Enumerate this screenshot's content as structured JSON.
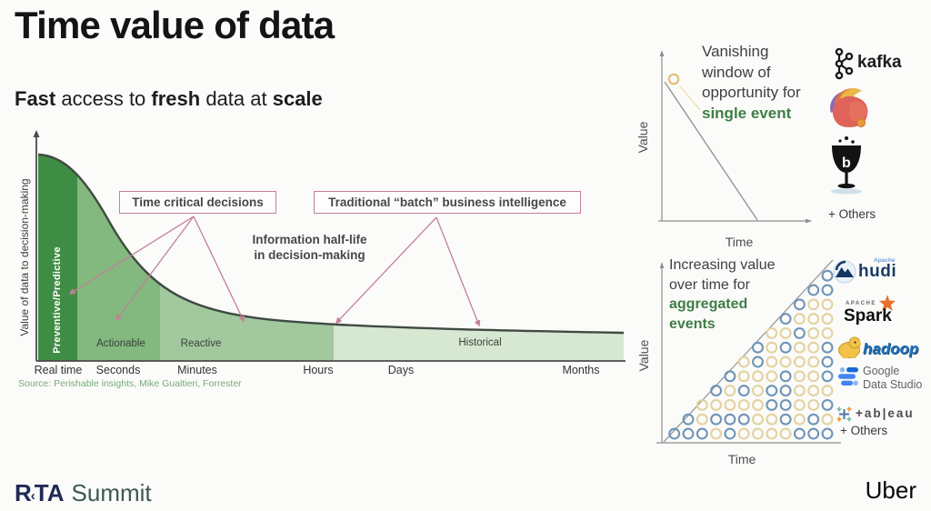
{
  "colors": {
    "accent_green": "#3e7e45",
    "callout_pink": "#c48099",
    "curve_stroke": "#3f4a42",
    "axis_gray": "#4a4a4a",
    "line_gray": "#9a9a9a",
    "highlight_yellow": "#e2bf76",
    "source_green": "#79ab78",
    "rta_navy": "#1f2b56",
    "summit_green": "#3e5850",
    "dot_blue": "#6e94b8",
    "dot_tan": "#e3d2a0"
  },
  "header": {
    "title": "Time value of data",
    "subtitle": [
      {
        "text": "Fast",
        "bold": true
      },
      {
        "text": " access to ",
        "bold": false
      },
      {
        "text": "fresh",
        "bold": true
      },
      {
        "text": " data at ",
        "bold": false
      },
      {
        "text": "scale",
        "bold": true
      }
    ]
  },
  "logos_top": {
    "kafka_label": "kafka",
    "others": "+ Others"
  },
  "logos_bottom": {
    "hudi_small": "Apache",
    "hudi_label": "hudi",
    "spark_small": "APACHE",
    "spark_label": "Spark",
    "hadoop_label": "hadoop",
    "gds_line1": "Google",
    "gds_line2": "Data Studio",
    "tableau_label": "+ab|eau",
    "others": "+ Others"
  },
  "footer": {
    "brand_r": "R",
    "brand_chevron": "‹",
    "brand_ta": "TA",
    "brand_suffix": "Summit",
    "uber": "Uber"
  },
  "chart_data": [
    {
      "type": "area",
      "title": "Time value of data decay curve",
      "ylabel": "Value of data to decision-making",
      "x_ticks": [
        "Real time",
        "Seconds",
        "Minutes",
        "Hours",
        "Days",
        "Months"
      ],
      "zones": [
        {
          "label": "Preventive/Predictive",
          "from": "Real time",
          "to": "Seconds",
          "color": "#3f8d44"
        },
        {
          "label": "Actionable",
          "from": "Seconds",
          "to": "Minutes",
          "color": "#83b87f"
        },
        {
          "label": "Reactive",
          "from": "Minutes",
          "to": "Hours",
          "color": "#a2c89e"
        },
        {
          "label": "Historical",
          "from": "Hours",
          "to": "Months",
          "color": "#d6e7d2"
        }
      ],
      "curve_points_norm": [
        [
          0,
          1.0
        ],
        [
          0.07,
          0.89
        ],
        [
          0.12,
          0.69
        ],
        [
          0.26,
          0.29
        ],
        [
          0.51,
          0.18
        ],
        [
          1.0,
          0.14
        ]
      ],
      "callouts": [
        {
          "label": "Time critical decisions",
          "points_to": [
            "Preventive/Predictive",
            "Actionable",
            "Reactive"
          ]
        },
        {
          "label": "Traditional “batch” business intelligence",
          "points_to": [
            "Hours",
            "Historical"
          ]
        }
      ],
      "note": [
        "Information half-life",
        "in decision-making"
      ],
      "source": "Source: Perishable insights, Mike Gualtieri, Forrester"
    },
    {
      "type": "line",
      "note": [
        "Vanishing",
        "window of",
        "opportunity for"
      ],
      "note_highlight": "single event",
      "xlabel": "Time",
      "ylabel": "Value",
      "series": [
        {
          "name": "value of single event",
          "points_norm": [
            [
              0.02,
              0.97
            ],
            [
              0.56,
              0.0
            ]
          ]
        }
      ],
      "start_marker": "open yellow circle at high value near time zero"
    },
    {
      "type": "scatter",
      "note": [
        "Increasing value",
        "over time for"
      ],
      "note_highlight": [
        "aggregated",
        "events"
      ],
      "xlabel": "Time",
      "ylabel": "Value",
      "dot_colors": {
        "b": "#6e94b8",
        "t": "#e3d2a0"
      },
      "rows_bottom_to_top": [
        "bbbtbttttbbb",
        "btbbbttbtbt",
        "tttttbbttb",
        "btbtbbttt",
        "btttbttb",
        "tbttttb",
        "btbttb",
        "ttbtt",
        "bttt",
        "btt",
        "bb",
        "b"
      ],
      "boundary": "diagonal line from origin to top-right; dots fill triangle under it"
    }
  ]
}
